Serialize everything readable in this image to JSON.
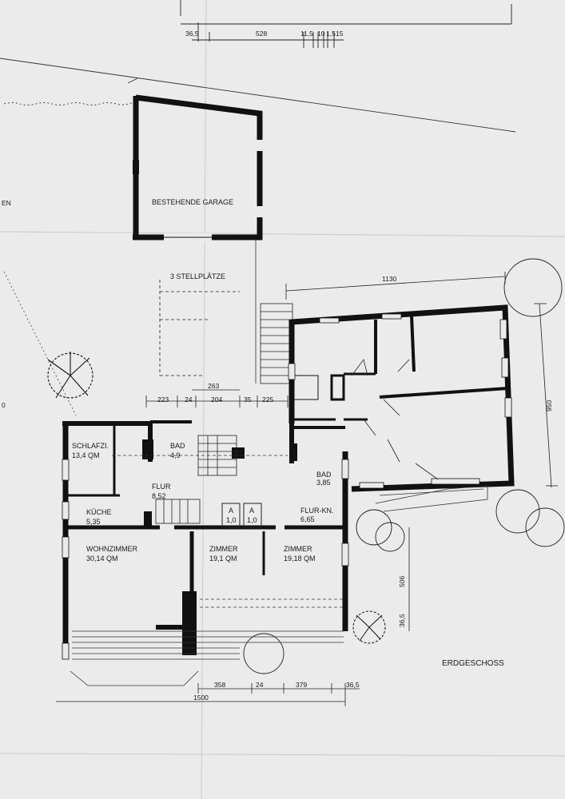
{
  "drawing": {
    "title": "ERDGESCHOSS",
    "edge_label_left": "EN",
    "edge_label_lower_left": "0"
  },
  "rooms": {
    "garage": "BESTEHENDE GARAGE",
    "parking": "3 STELLPLÄTZE",
    "bedroom_name": "SCHLAFZI.",
    "bedroom_area": "13,4 QM",
    "bath_name": "BAD",
    "bath_area": "4,9",
    "hall_name": "FLUR",
    "hall_area": "8,52",
    "kitchen_name": "KÜCHE",
    "kitchen_area": "5,35",
    "storage_a1": "A",
    "storage_a1_area": "1,0",
    "storage_a2": "A",
    "storage_a2_area": "1,0",
    "small_hall_name": "FLUR-KN.",
    "small_hall_area": "6,65",
    "bath2_name": "BAD",
    "bath2_area": "3,85",
    "living_name": "WOHNZIMMER",
    "living_area": "30,14 QM",
    "room1_name": "ZIMMER",
    "room1_area": "19,1 QM",
    "room2_name": "ZIMMER",
    "room2_area": "19,18 QM"
  },
  "dimensions": {
    "top": [
      "36,5",
      "528",
      "11,5",
      "10",
      "1,5",
      "15"
    ],
    "mid": [
      "223",
      "24",
      "204",
      "35",
      "225"
    ],
    "mid_total": "263",
    "annex_width": "1130",
    "annex_depth": "950",
    "right_506": "506",
    "right_365": "36,5",
    "bottom": [
      "358",
      "24",
      "379",
      "36,5"
    ],
    "bottom_total": "1500"
  }
}
